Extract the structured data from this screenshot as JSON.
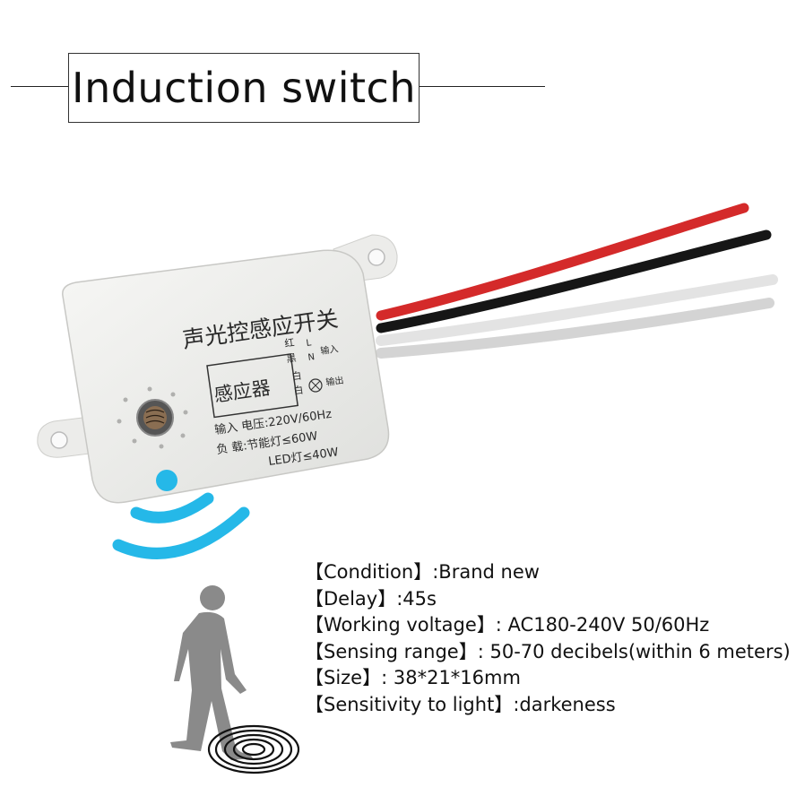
{
  "title": "Induction switch",
  "device": {
    "header": "声光控感应开关",
    "sensor_label": "感应器",
    "wire_labels": {
      "red": "红",
      "black": "黑",
      "white1": "白",
      "white2": "白",
      "L": "L",
      "N": "N",
      "input": "输入",
      "output": "输出"
    },
    "voltage_line": "输入 电压:220V/60Hz",
    "load_line_1": "负 载:节能灯≤60W",
    "load_line_2": "LED灯≤40W"
  },
  "specs": [
    {
      "key": "【Condition】",
      "value": ":Brand new"
    },
    {
      "key": "【Delay】",
      "value": ":45s"
    },
    {
      "key": "【Working voltage】",
      "value": ": AC180-240V 50/60Hz"
    },
    {
      "key": "【Sensing range】",
      "value": ": 50-70 decibels(within 6 meters)"
    },
    {
      "key": "【Size】",
      "value": ": 38*21*16mm"
    },
    {
      "key": "【Sensitivity to light】",
      "value": ":darkeness"
    }
  ],
  "colors": {
    "wire_red": "#d42a2a",
    "wire_black": "#161616",
    "wire_white": "#e8e8e8",
    "signal_cyan": "#25b8e8",
    "person_gray": "#8a8a8a"
  }
}
